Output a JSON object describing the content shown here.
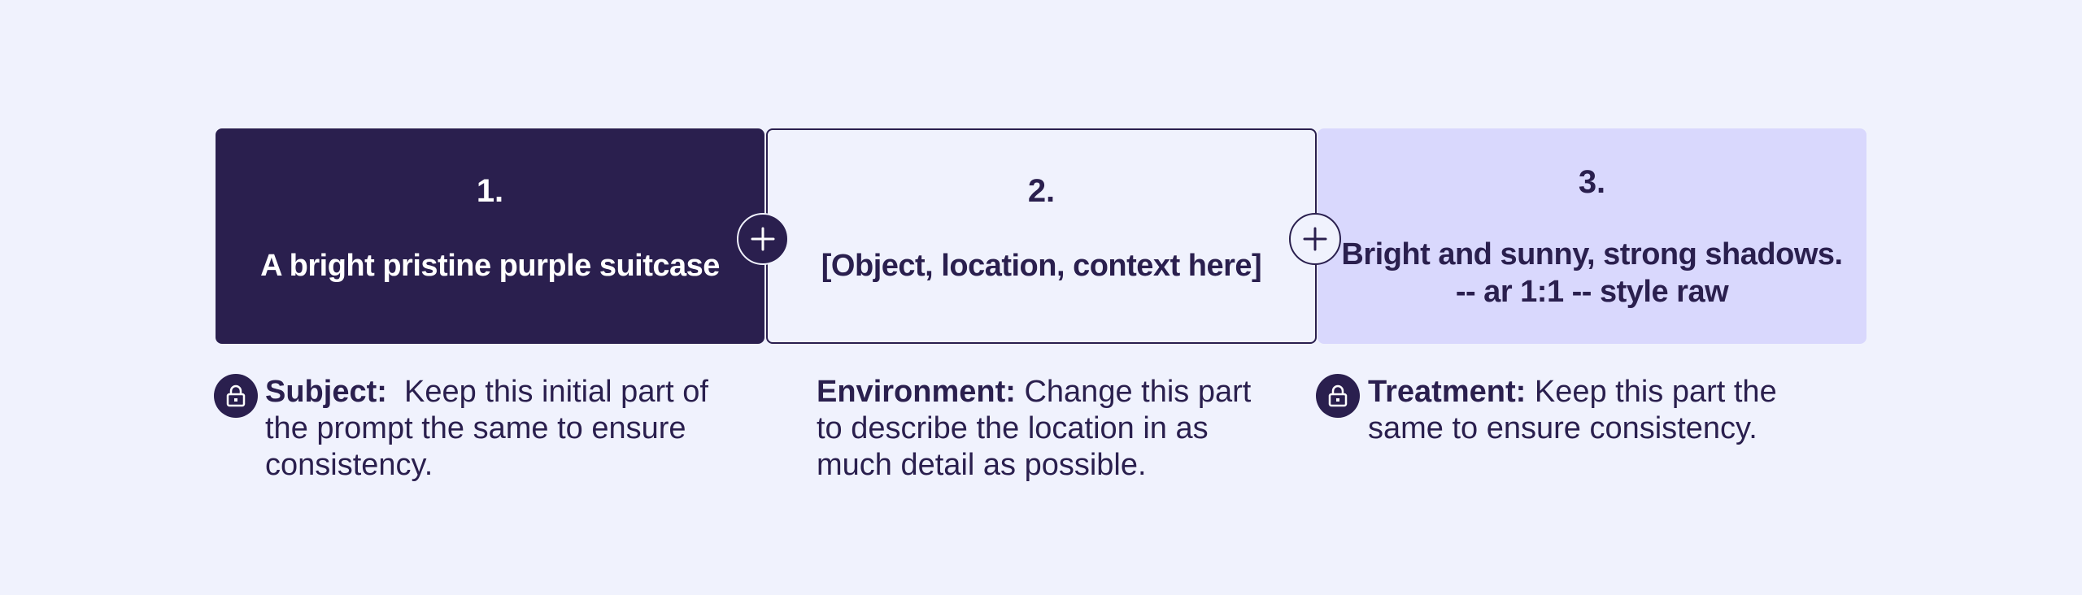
{
  "steps": [
    {
      "number": "1.",
      "text": "A bright pristine purple suitcase",
      "label": "Subject:",
      "description": "Keep this initial part of the prompt the same to ensure consistency."
    },
    {
      "number": "2.",
      "text": "[Object, location, context here]",
      "label": "Environment:",
      "description": "Change this part to describe the location in as much detail as possible."
    },
    {
      "number": "3.",
      "text_line1": "Bright and sunny, strong shadows.",
      "text_line2": "-- ar 1:1 -- style raw",
      "label": "Treatment:",
      "description": "Keep this part the same to ensure consistency."
    }
  ],
  "icons": {
    "plus": "plus-icon",
    "lock": "lock-icon"
  },
  "colors": {
    "background": "#f0f2fd",
    "dark_purple": "#2a1f4e",
    "light_purple": "#d9d8fd",
    "white": "#ffffff"
  }
}
